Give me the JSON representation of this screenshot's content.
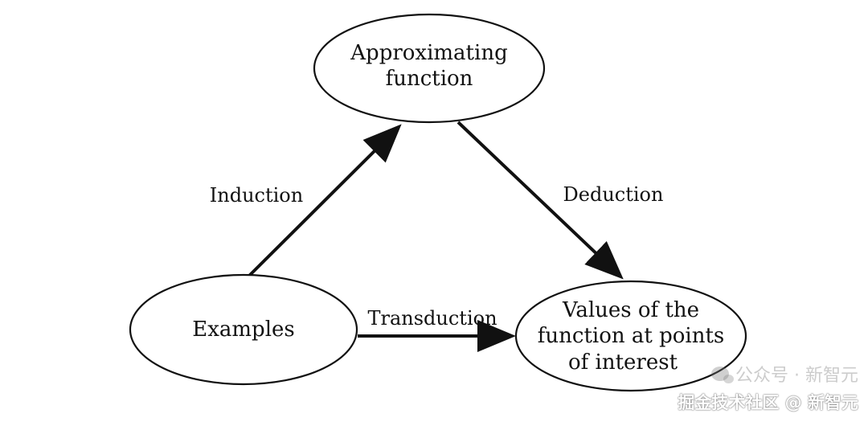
{
  "diagram": {
    "nodes": {
      "approximating": {
        "lines": [
          "Approximating",
          "function"
        ]
      },
      "examples": {
        "lines": [
          "Examples"
        ]
      },
      "values": {
        "lines": [
          "Values of the",
          "function at points",
          "of interest"
        ]
      }
    },
    "edges": {
      "induction": {
        "label": "Induction"
      },
      "deduction": {
        "label": "Deduction"
      },
      "transduction": {
        "label": "Transduction"
      }
    }
  },
  "watermark": {
    "top_text": "公众号 · 新智元",
    "bottom_text": "掘金技术社区 @ 新智元",
    "icon": "wechat-icon"
  }
}
